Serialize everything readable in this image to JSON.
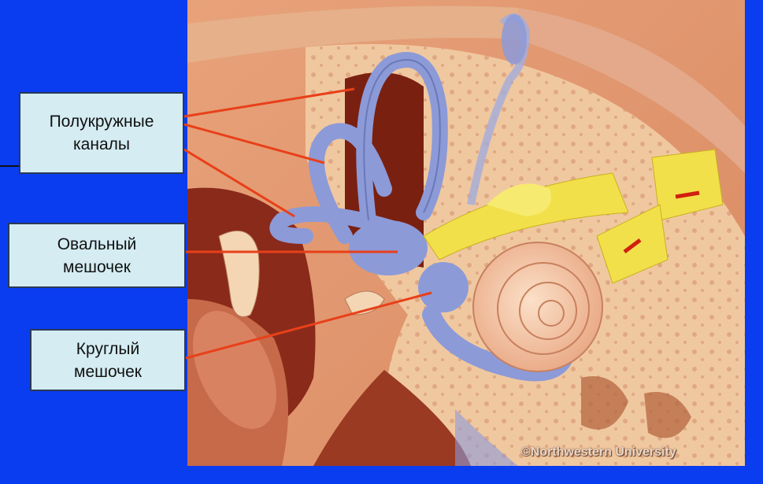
{
  "labels": {
    "semicircular_canals": [
      "Полукружные",
      "каналы"
    ],
    "utricle": [
      "Овальный",
      "мешочек"
    ],
    "saccule": [
      "Круглый",
      "мешочек"
    ]
  },
  "copyright": "©Northwestern University",
  "colors": {
    "background": "#0a3cf0",
    "label_box": "#d4ecf2",
    "leader_lines": "#e8401a",
    "labyrinth": "#8c9ad8",
    "nerve": "#f2e04a",
    "bone": "#f0c8a0"
  }
}
